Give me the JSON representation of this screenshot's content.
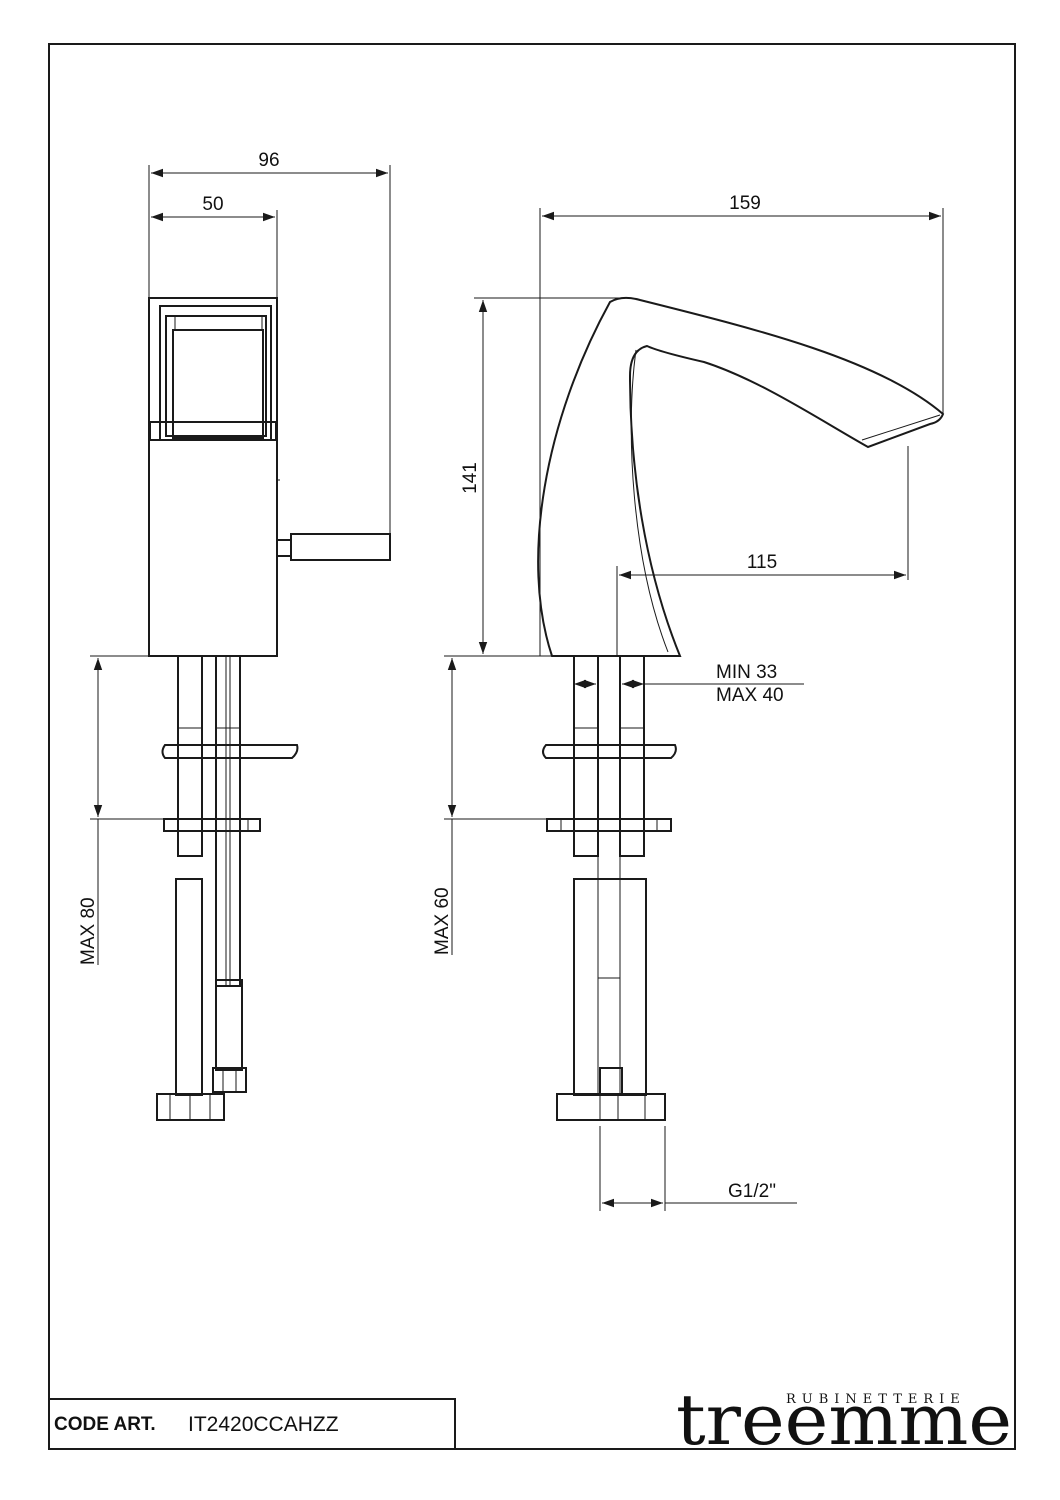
{
  "dimensions": {
    "front_width": "96",
    "front_offset": "50",
    "side_reach": "159",
    "side_height": "141",
    "spout_projection": "115",
    "hole_min": "MIN 33",
    "hole_max": "MAX 40",
    "deck_max_front": "MAX 80",
    "deck_max_side": "MAX 60",
    "thread": "G1/2\""
  },
  "title_block": {
    "code_label": "CODE ART.",
    "code_value": "IT2420CCAHZZ"
  },
  "brand": {
    "sub": "RUBINETTERIE",
    "name": "treemme"
  }
}
